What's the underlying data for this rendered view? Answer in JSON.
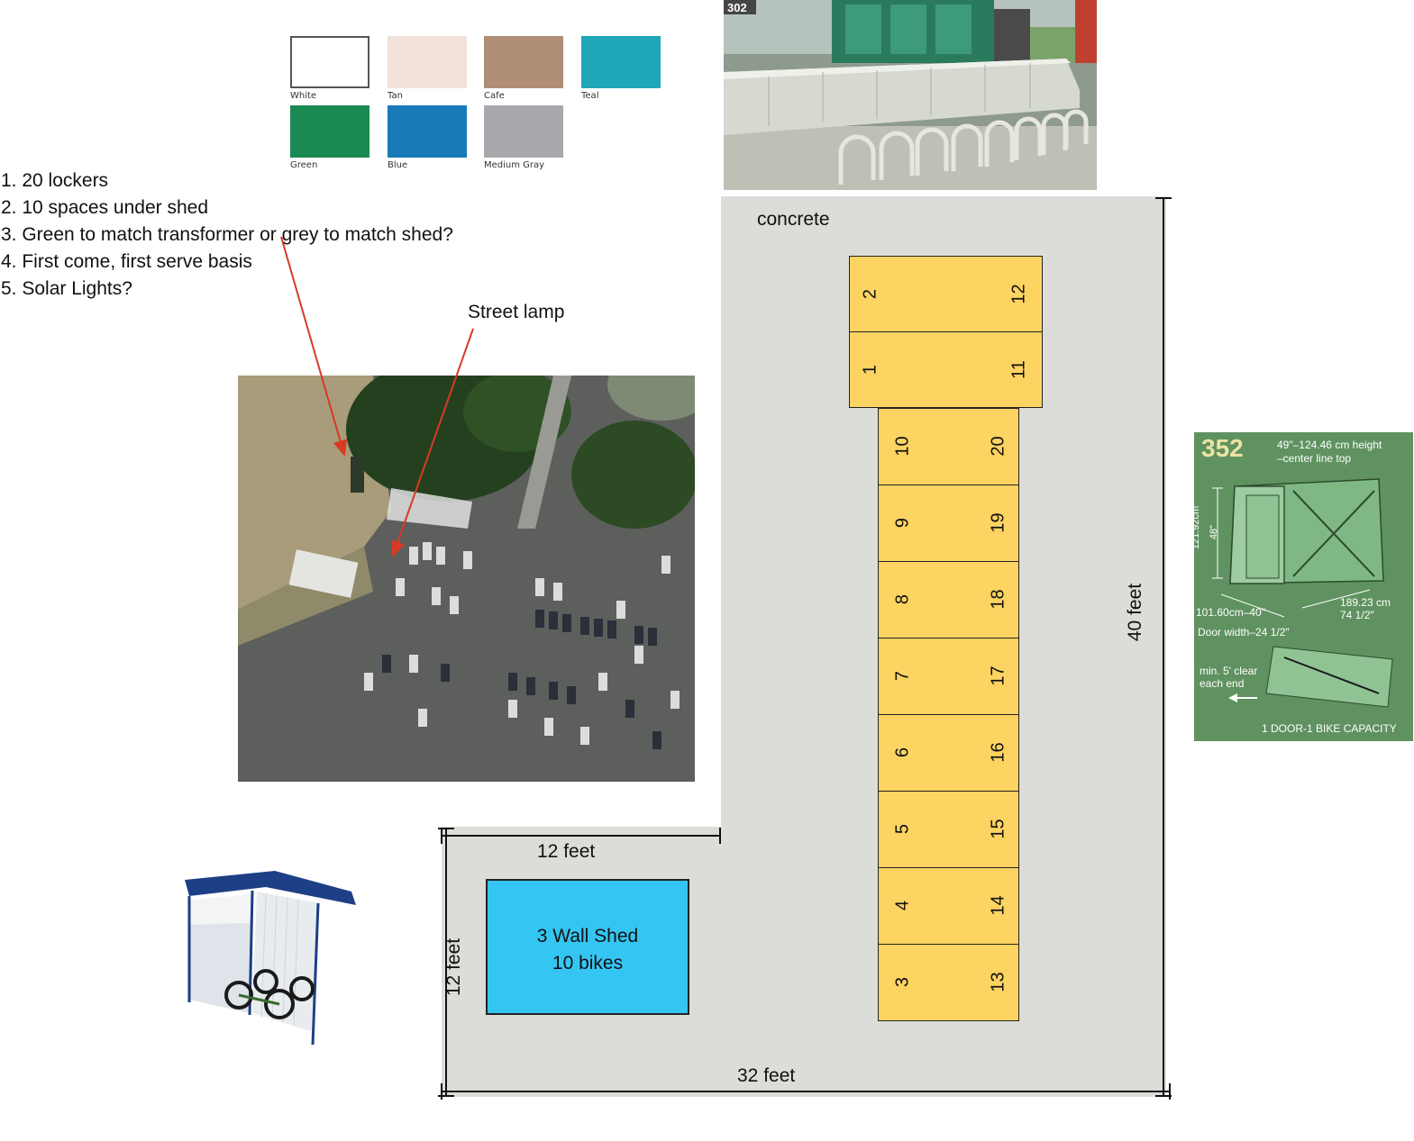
{
  "swatches": [
    {
      "label": "White",
      "color": "#ffffff"
    },
    {
      "label": "Tan",
      "color": "#f2e2d9"
    },
    {
      "label": "Cafe",
      "color": "#b08e75"
    },
    {
      "label": "Teal",
      "color": "#1fa7b8"
    },
    {
      "label": "Green",
      "color": "#1a8a52"
    },
    {
      "label": "Blue",
      "color": "#1979b9"
    },
    {
      "label": "Medium Gray",
      "color": "#a7a9ac"
    }
  ],
  "notes": [
    "1. 20 lockers",
    "2. 10 spaces under shed",
    "3. Green to match transformer or grey to match shed?",
    "4. First come, first serve basis",
    "5. Solar Lights?"
  ],
  "street_lamp_label": "Street lamp",
  "photo_badge": "302",
  "plan": {
    "concrete_label": "concrete",
    "dim_width_top": "12 feet",
    "dim_height_left": "12 feet",
    "dim_width_bottom": "32 feet",
    "dim_height_right": "40 feet",
    "shed_line1": "3 Wall Shed",
    "shed_line2": "10 bikes",
    "top_lockers": [
      {
        "left": "2",
        "right": "12"
      },
      {
        "left": "1",
        "right": "11"
      }
    ],
    "main_lockers": [
      {
        "left": "10",
        "right": "20"
      },
      {
        "left": "9",
        "right": "19"
      },
      {
        "left": "8",
        "right": "18"
      },
      {
        "left": "7",
        "right": "17"
      },
      {
        "left": "6",
        "right": "16"
      },
      {
        "left": "5",
        "right": "15"
      },
      {
        "left": "4",
        "right": "14"
      },
      {
        "left": "3",
        "right": "13"
      }
    ]
  },
  "spec": {
    "model": "352",
    "height_line1": "49\"–124.46 cm height",
    "height_line2": "–center line top",
    "side_height_cm": "121.92cm",
    "side_height_in": "48\"",
    "depth_cm": "189.23 cm",
    "depth_in": "74 1/2\"",
    "width": "101.60cm–40\"",
    "door_width": "Door width–24 1/2\"",
    "clear_line1": "min. 5' clear",
    "clear_line2": "each end",
    "capacity": "1 DOOR-1 BIKE CAPACITY"
  }
}
